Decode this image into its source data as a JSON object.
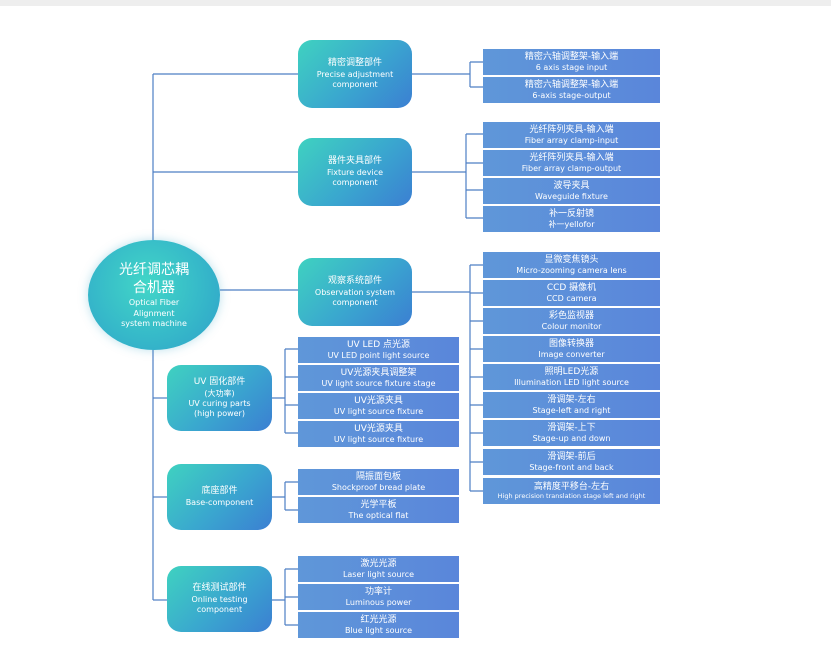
{
  "root": {
    "cn_lines": [
      "光纤调芯耦",
      "合机器"
    ],
    "en_lines": [
      "Optical Fiber",
      "Alignment",
      "system machine"
    ]
  },
  "branches": [
    {
      "cn": "精密调整部件",
      "en_lines": [
        "Precise adjustment",
        "component"
      ],
      "leaves": [
        {
          "cn": "精密六轴调整架-输入端",
          "en": "6 axis stage input"
        },
        {
          "cn": "精密六轴调整架-输入端",
          "en": "6-axis stage-output"
        }
      ]
    },
    {
      "cn": "器件夹具部件",
      "en_lines": [
        "Fixture device",
        "component"
      ],
      "leaves": [
        {
          "cn": "光纤阵列夹具-输入端",
          "en": "Fiber array clamp-input"
        },
        {
          "cn": "光纤阵列夹具-输入端",
          "en": "Fiber array clamp-output"
        },
        {
          "cn": "波导夹具",
          "en": "Waveguide fixture"
        },
        {
          "cn": "补一反射镜",
          "en": "补一yellofor"
        }
      ]
    },
    {
      "cn": "观察系统部件",
      "en_lines": [
        "Observation system",
        "component"
      ],
      "leaves": [
        {
          "cn": "显微变焦镜头",
          "en": "Micro-zooming camera lens"
        },
        {
          "cn": "CCD 摄像机",
          "en": "CCD camera"
        },
        {
          "cn": "彩色监视器",
          "en": "Colour monitor"
        },
        {
          "cn": "图像转换器",
          "en": "Image converter"
        },
        {
          "cn": "照明LED光源",
          "en": "Illumination LED light source"
        },
        {
          "cn": "滑调架-左右",
          "en": "Stage-left and right"
        },
        {
          "cn": "滑调架-上下",
          "en": "Stage-up and down"
        },
        {
          "cn": "滑调架-前后",
          "en": "Stage-front and back"
        },
        {
          "cn": "高精度平移台-左右",
          "en": "High precision translation stage left and right"
        }
      ]
    },
    {
      "cn": "UV 固化部件",
      "cn2": "(大功率)",
      "en_lines": [
        "UV curing parts",
        "(high power)"
      ],
      "leaves": [
        {
          "cn": "UV LED 点光源",
          "en": "UV LED point light source"
        },
        {
          "cn": "UV光源夹具调整架",
          "en": "UV light source fixture stage"
        },
        {
          "cn": "UV光源夹具",
          "en": "UV light source fixture"
        },
        {
          "cn": "UV光源夹具",
          "en": "UV light source fixture"
        }
      ]
    },
    {
      "cn": "底座部件",
      "en_lines": [
        "Base-component"
      ],
      "leaves": [
        {
          "cn": "隔振面包板",
          "en": "Shockproof bread plate"
        },
        {
          "cn": "光学平板",
          "en": "The optical flat"
        }
      ]
    },
    {
      "cn": "在线测试部件",
      "en_lines": [
        "Online testing",
        "component"
      ],
      "leaves": [
        {
          "cn": "激光光源",
          "en": "Laser light source"
        },
        {
          "cn": "功率计",
          "en": "Luminous power"
        },
        {
          "cn": "红光光源",
          "en": "Blue light source"
        }
      ]
    }
  ],
  "colors": {
    "connector": "#4e7fc4",
    "leaf": "#5a8ad9",
    "branch_start": "#3fd2c0",
    "branch_end": "#3b7fd2",
    "text": "#ffffff"
  }
}
